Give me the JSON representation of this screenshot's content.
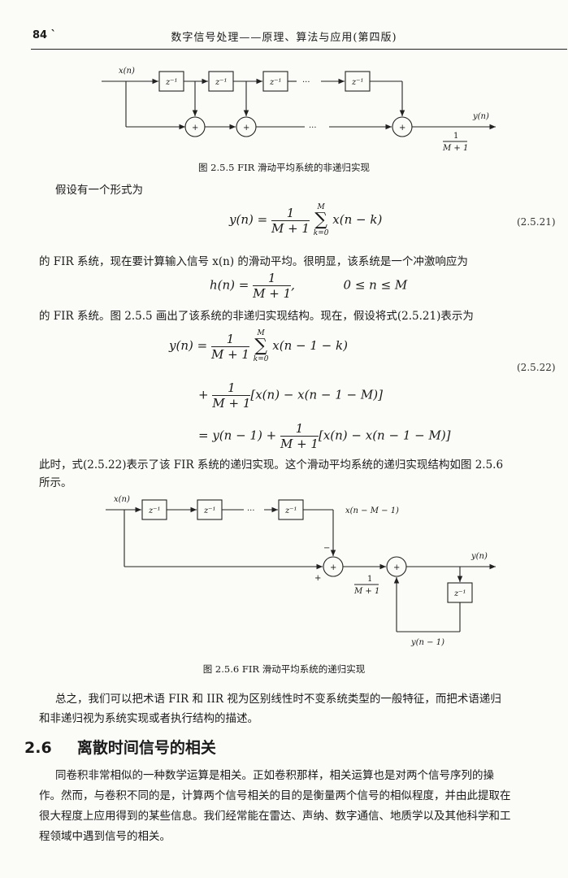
{
  "header": {
    "page_number": "84 `",
    "title": "数字信号处理——原理、算法与应用(第四版)"
  },
  "fig1": {
    "input_label": "x(n)",
    "delay_label": "z⁻¹",
    "ellipsis": "···",
    "adder_label": "+",
    "output_label": "y(n)",
    "gain_num": "1",
    "gain_den": "M + 1",
    "caption": "图 2.5.5   FIR 滑动平均系统的非递归实现"
  },
  "text": {
    "p1": "假设有一个形式为",
    "p2": "的 FIR 系统，现在要计算输入信号 x(n) 的滑动平均。很明显，该系统是一个冲激响应为",
    "p3": "的 FIR 系统。图 2.5.5 画出了该系统的非递归实现结构。现在，假设将式(2.5.21)表示为",
    "p4a": "此时，式(2.5.22)表示了该 FIR 系统的递归实现。这个滑动平均系统的递归实现结构如图 2.5.6",
    "p4b": "所示。",
    "p5a": "总之，我们可以把术语 FIR 和 IIR 视为区别线性时不变系统类型的一般特征，而把术语递归",
    "p5b": "和非递归视为系统实现或者执行结构的描述。",
    "p6a": "同卷积非常相似的一种数学运算是相关。正如卷积那样，相关运算也是对两个信号序列的操",
    "p6b": "作。然而，与卷积不同的是，计算两个信号相关的目的是衡量两个信号的相似程度，并由此提取在",
    "p6c": "很大程度上应用得到的某些信息。我们经常能在雷达、声纳、数字通信、地质学以及其他科学和工",
    "p6d": "程领域中遇到信号的相关。"
  },
  "eq1": {
    "lhs": "y(n) =",
    "frac_num": "1",
    "frac_den": "M + 1",
    "sum_top": "M",
    "sum_bot": "k=0",
    "sum_sym": "∑",
    "rhs": "x(n − k)",
    "number": "(2.5.21)"
  },
  "eq_h": {
    "lhs": "h(n) =",
    "frac_num": "1",
    "frac_den": "M + 1",
    "comma": ",",
    "range": "0 ≤ n ≤ M"
  },
  "eq2": {
    "lhs": "y(n) =",
    "frac_num": "1",
    "frac_den": "M + 1",
    "sum_top": "M",
    "sum_bot": "k=0",
    "sum_sym": "∑",
    "line1_rhs": "x(n − 1 − k)",
    "line2_lead": "+",
    "line2_rhs": "[x(n) − x(n − 1 − M)]",
    "line3_lead": "= y(n − 1) +",
    "line3_rhs": "[x(n) − x(n − 1 − M)]",
    "number": "(2.5.22)"
  },
  "fig2": {
    "input_label": "x(n)",
    "delay_label": "z⁻¹",
    "ellipsis": "···",
    "tap_label": "x(n − M − 1)",
    "minus": "−",
    "plus_sign": "+",
    "adder_label": "+",
    "gain_num": "1",
    "gain_den": "M + 1",
    "output_label": "y(n)",
    "feedback_label": "y(n − 1)",
    "caption": "图 2.5.6   FIR 滑动平均系统的递归实现"
  },
  "section": {
    "number": "2.6",
    "title": "离散时间信号的相关"
  }
}
